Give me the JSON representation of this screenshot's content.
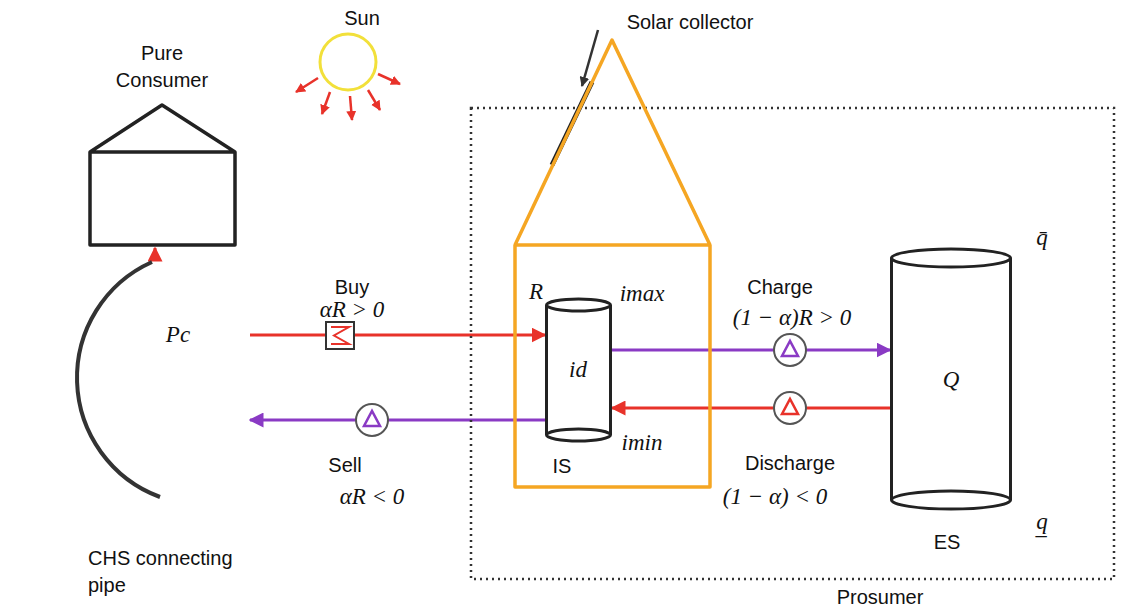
{
  "diagram": {
    "nodes": [
      {
        "text": [
          "Pure Consumer"
        ]
      },
      {
        "text": [
          "Pc",
          "CHS connecting pipe"
        ]
      },
      {
        "text": [
          "Prosumer"
        ]
      },
      {
        "text": [
          "Solar collector"
        ],
        "in": 2
      },
      {
        "text": [
          "R",
          "imax",
          "id",
          "imin",
          "IS"
        ],
        "in": 3
      },
      {
        "text": [
          "q̄",
          "Q",
          "q̲",
          "ES"
        ],
        "in": 2
      }
    ],
    "edges": [
      {
        "from": 1,
        "to": 0,
        "arrow": "to"
      },
      {
        "from": 1,
        "to": 4,
        "arrow": "to"
      },
      {
        "from": 4,
        "to": 1,
        "arrow": "to"
      },
      {
        "from": 4,
        "to": 5,
        "arrow": "to"
      },
      {
        "from": 5,
        "to": 4,
        "arrow": "to"
      }
    ],
    "labels": [
      "Sun",
      "Buy",
      "αR > 0",
      "Charge",
      "(1 − α)R > 0",
      "Sell",
      "αR < 0",
      "Discharge",
      "(1 − α) < 0"
    ]
  }
}
